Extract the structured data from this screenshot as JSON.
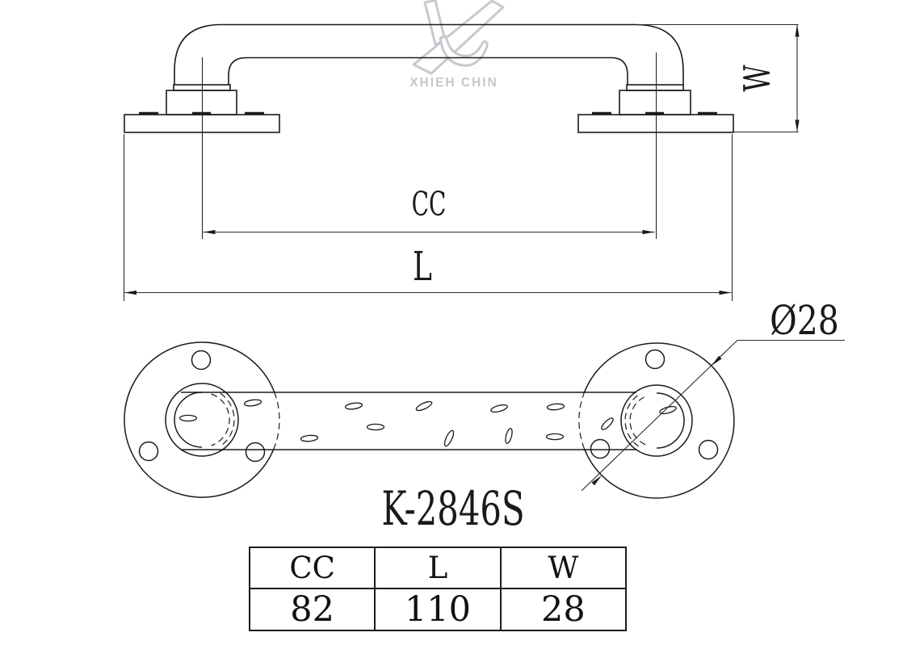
{
  "watermark": {
    "brand": "XHIEH CHIN"
  },
  "model_number": "K-2846S",
  "dimensions": {
    "cc_label": "CC",
    "l_label": "L",
    "w_label": "W",
    "diameter_label": "Ø28"
  },
  "spec_table": {
    "headers": [
      "CC",
      "L",
      "W"
    ],
    "values": [
      "82",
      "110",
      "28"
    ]
  }
}
